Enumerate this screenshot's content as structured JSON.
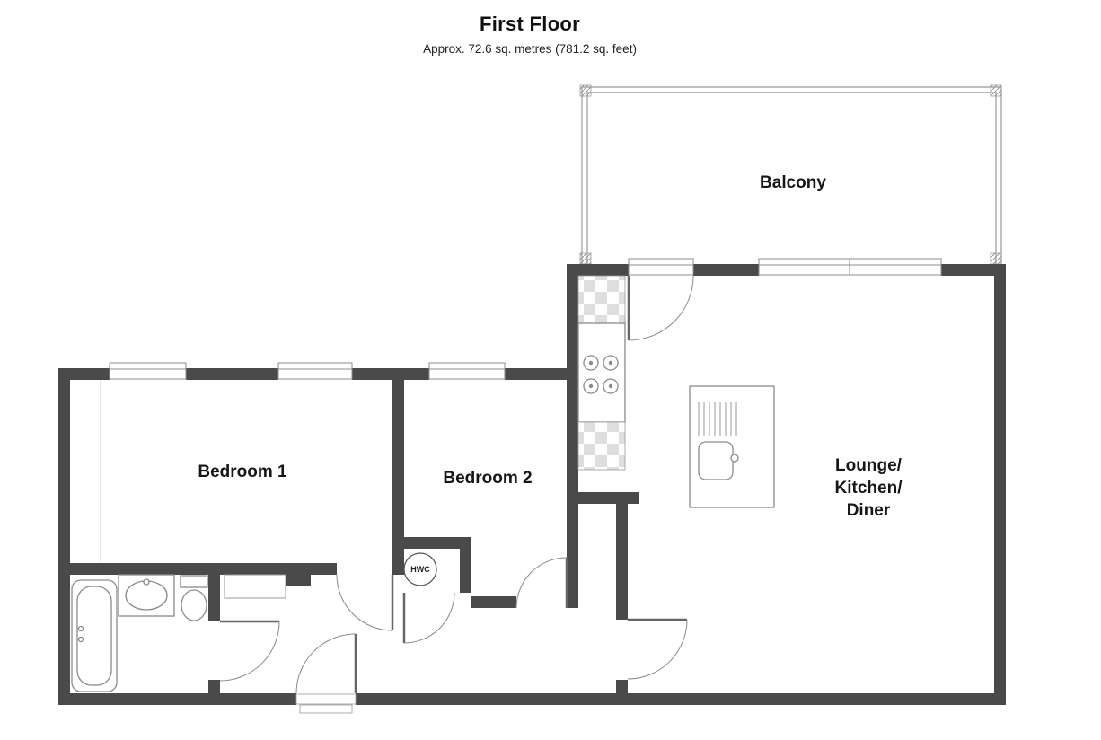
{
  "header": {
    "title": "First Floor",
    "subtitle": "Approx. 72.6 sq. metres (781.2 sq. feet)"
  },
  "rooms": {
    "balcony": "Balcony",
    "bedroom1": "Bedroom 1",
    "bedroom2": "Bedroom 2",
    "lounge": "Lounge/\nKitchen/\nDiner",
    "hwc": "HWC"
  },
  "colors": {
    "wall": "#4a4a4a",
    "fixture": "#8a8a8a",
    "background": "#ffffff",
    "text": "#111111"
  }
}
